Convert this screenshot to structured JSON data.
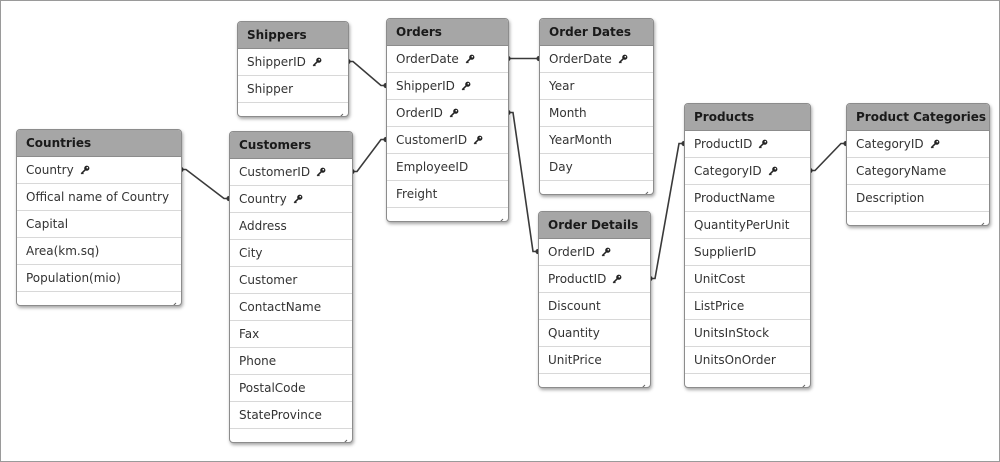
{
  "tables": [
    {
      "id": "countries",
      "name": "Countries",
      "fields": [
        {
          "label": "Country",
          "key": true
        },
        {
          "label": "Offical name of Country",
          "key": false
        },
        {
          "label": "Capital",
          "key": false
        },
        {
          "label": "Area(km.sq)",
          "key": false
        },
        {
          "label": "Population(mio)",
          "key": false
        }
      ]
    },
    {
      "id": "shippers",
      "name": "Shippers",
      "fields": [
        {
          "label": "ShipperID",
          "key": true
        },
        {
          "label": "Shipper",
          "key": false
        }
      ]
    },
    {
      "id": "customers",
      "name": "Customers",
      "fields": [
        {
          "label": "CustomerID",
          "key": true
        },
        {
          "label": "Country",
          "key": true
        },
        {
          "label": "Address",
          "key": false
        },
        {
          "label": "City",
          "key": false
        },
        {
          "label": "Customer",
          "key": false
        },
        {
          "label": "ContactName",
          "key": false
        },
        {
          "label": "Fax",
          "key": false
        },
        {
          "label": "Phone",
          "key": false
        },
        {
          "label": "PostalCode",
          "key": false
        },
        {
          "label": "StateProvince",
          "key": false
        }
      ]
    },
    {
      "id": "orders",
      "name": "Orders",
      "fields": [
        {
          "label": "OrderDate",
          "key": true
        },
        {
          "label": "ShipperID",
          "key": true
        },
        {
          "label": "OrderID",
          "key": true
        },
        {
          "label": "CustomerID",
          "key": true
        },
        {
          "label": "EmployeeID",
          "key": false
        },
        {
          "label": "Freight",
          "key": false
        }
      ]
    },
    {
      "id": "order-dates",
      "name": "Order Dates",
      "fields": [
        {
          "label": "OrderDate",
          "key": true
        },
        {
          "label": "Year",
          "key": false
        },
        {
          "label": "Month",
          "key": false
        },
        {
          "label": "YearMonth",
          "key": false
        },
        {
          "label": "Day",
          "key": false
        }
      ]
    },
    {
      "id": "order-details",
      "name": "Order Details",
      "fields": [
        {
          "label": "OrderID",
          "key": true
        },
        {
          "label": "ProductID",
          "key": true
        },
        {
          "label": "Discount",
          "key": false
        },
        {
          "label": "Quantity",
          "key": false
        },
        {
          "label": "UnitPrice",
          "key": false
        }
      ]
    },
    {
      "id": "products",
      "name": "Products",
      "fields": [
        {
          "label": "ProductID",
          "key": true
        },
        {
          "label": "CategoryID",
          "key": true
        },
        {
          "label": "ProductName",
          "key": false
        },
        {
          "label": "QuantityPerUnit",
          "key": false
        },
        {
          "label": "SupplierID",
          "key": false
        },
        {
          "label": "UnitCost",
          "key": false
        },
        {
          "label": "ListPrice",
          "key": false
        },
        {
          "label": "UnitsInStock",
          "key": false
        },
        {
          "label": "UnitsOnOrder",
          "key": false
        }
      ]
    },
    {
      "id": "product-categories",
      "name": "Product Categories",
      "fields": [
        {
          "label": "CategoryID",
          "key": true
        },
        {
          "label": "CategoryName",
          "key": false
        },
        {
          "label": "Description",
          "key": false
        }
      ]
    }
  ],
  "links": [
    {
      "from": [
        "countries",
        0
      ],
      "to": [
        "customers",
        1
      ]
    },
    {
      "from": [
        "shippers",
        0
      ],
      "to": [
        "orders",
        1
      ]
    },
    {
      "from": [
        "customers",
        0
      ],
      "to": [
        "orders",
        3
      ]
    },
    {
      "from": [
        "orders",
        0
      ],
      "to": [
        "order-dates",
        0
      ]
    },
    {
      "from": [
        "orders",
        2
      ],
      "to": [
        "order-details",
        0
      ]
    },
    {
      "from": [
        "order-details",
        1
      ],
      "to": [
        "products",
        0
      ]
    },
    {
      "from": [
        "products",
        1
      ],
      "to": [
        "product-categories",
        0
      ]
    }
  ],
  "colors": {
    "header_bg": "#a6a6a6",
    "link_line": "#3a3a3a",
    "border": "#8c8c8c"
  },
  "icons": {
    "key": "key-icon",
    "resize": "resize-grip-icon"
  }
}
